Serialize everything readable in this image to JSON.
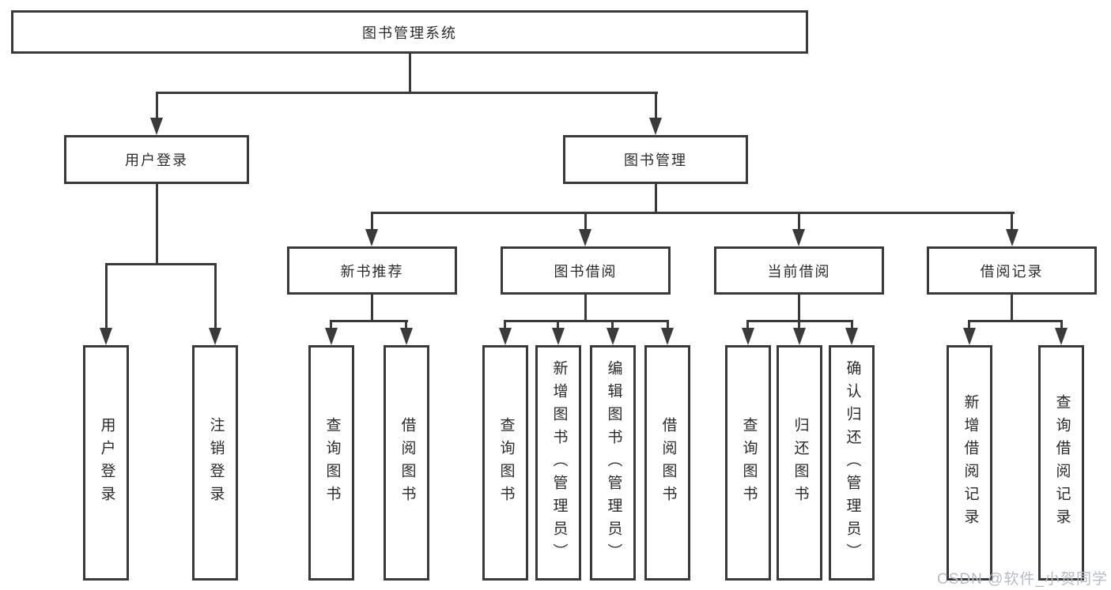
{
  "diagram": {
    "nodes": {
      "root": "图书管理系统",
      "user_login": "用户登录",
      "book_mgmt": "图书管理",
      "new_book": "新书推荐",
      "book_borrow": "图书借阅",
      "current_borrow": "当前借阅",
      "borrow_record": "借阅记录"
    },
    "leaves": {
      "user_login": [
        "用户登录",
        "注销登录"
      ],
      "new_book": [
        "查询图书",
        "借阅图书"
      ],
      "book_borrow": [
        "查询图书",
        "新增图书（管理员）",
        "编辑图书（管理员）",
        "借阅图书"
      ],
      "current_borrow": [
        "查询图书",
        "归还图书",
        "确认归还（管理员）"
      ],
      "borrow_record": [
        "新增借阅记录",
        "查询借阅记录"
      ]
    }
  },
  "watermark": "CSDN @软件_小贺同学",
  "colors": {
    "line": "#3a3a3a",
    "text": "#2b2b2b",
    "watermark": "#b7bbc3",
    "background": "#ffffff"
  }
}
